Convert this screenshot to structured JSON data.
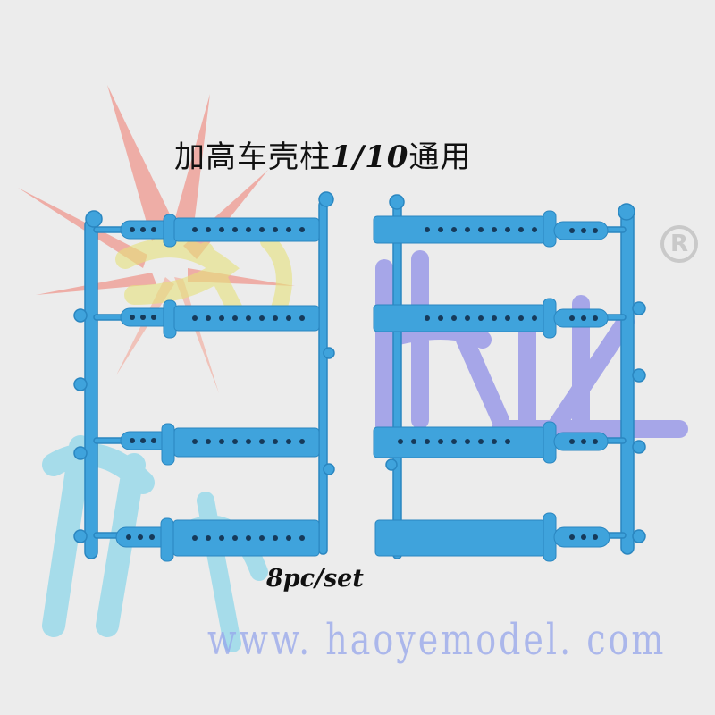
{
  "image": {
    "title_part1": "加高车壳柱",
    "title_ratio": "1/10",
    "title_part2": "通用",
    "quantity_label": "8pc/set",
    "watermark_url": "www. haoyemodel. com",
    "registered_mark": "R",
    "colors": {
      "background": "#ececec",
      "part_blue": "#3fa3dc",
      "part_blue_dark": "#2a86c0",
      "hole": "#163a5a",
      "watermark_blue": "#7878e6",
      "watermark_red": "#f07a6e",
      "watermark_yellow": "#e6e27c",
      "watermark_cyan": "#78d2ea"
    },
    "subject": "blue-plastic-body-post-sprue",
    "post_count": 8
  }
}
